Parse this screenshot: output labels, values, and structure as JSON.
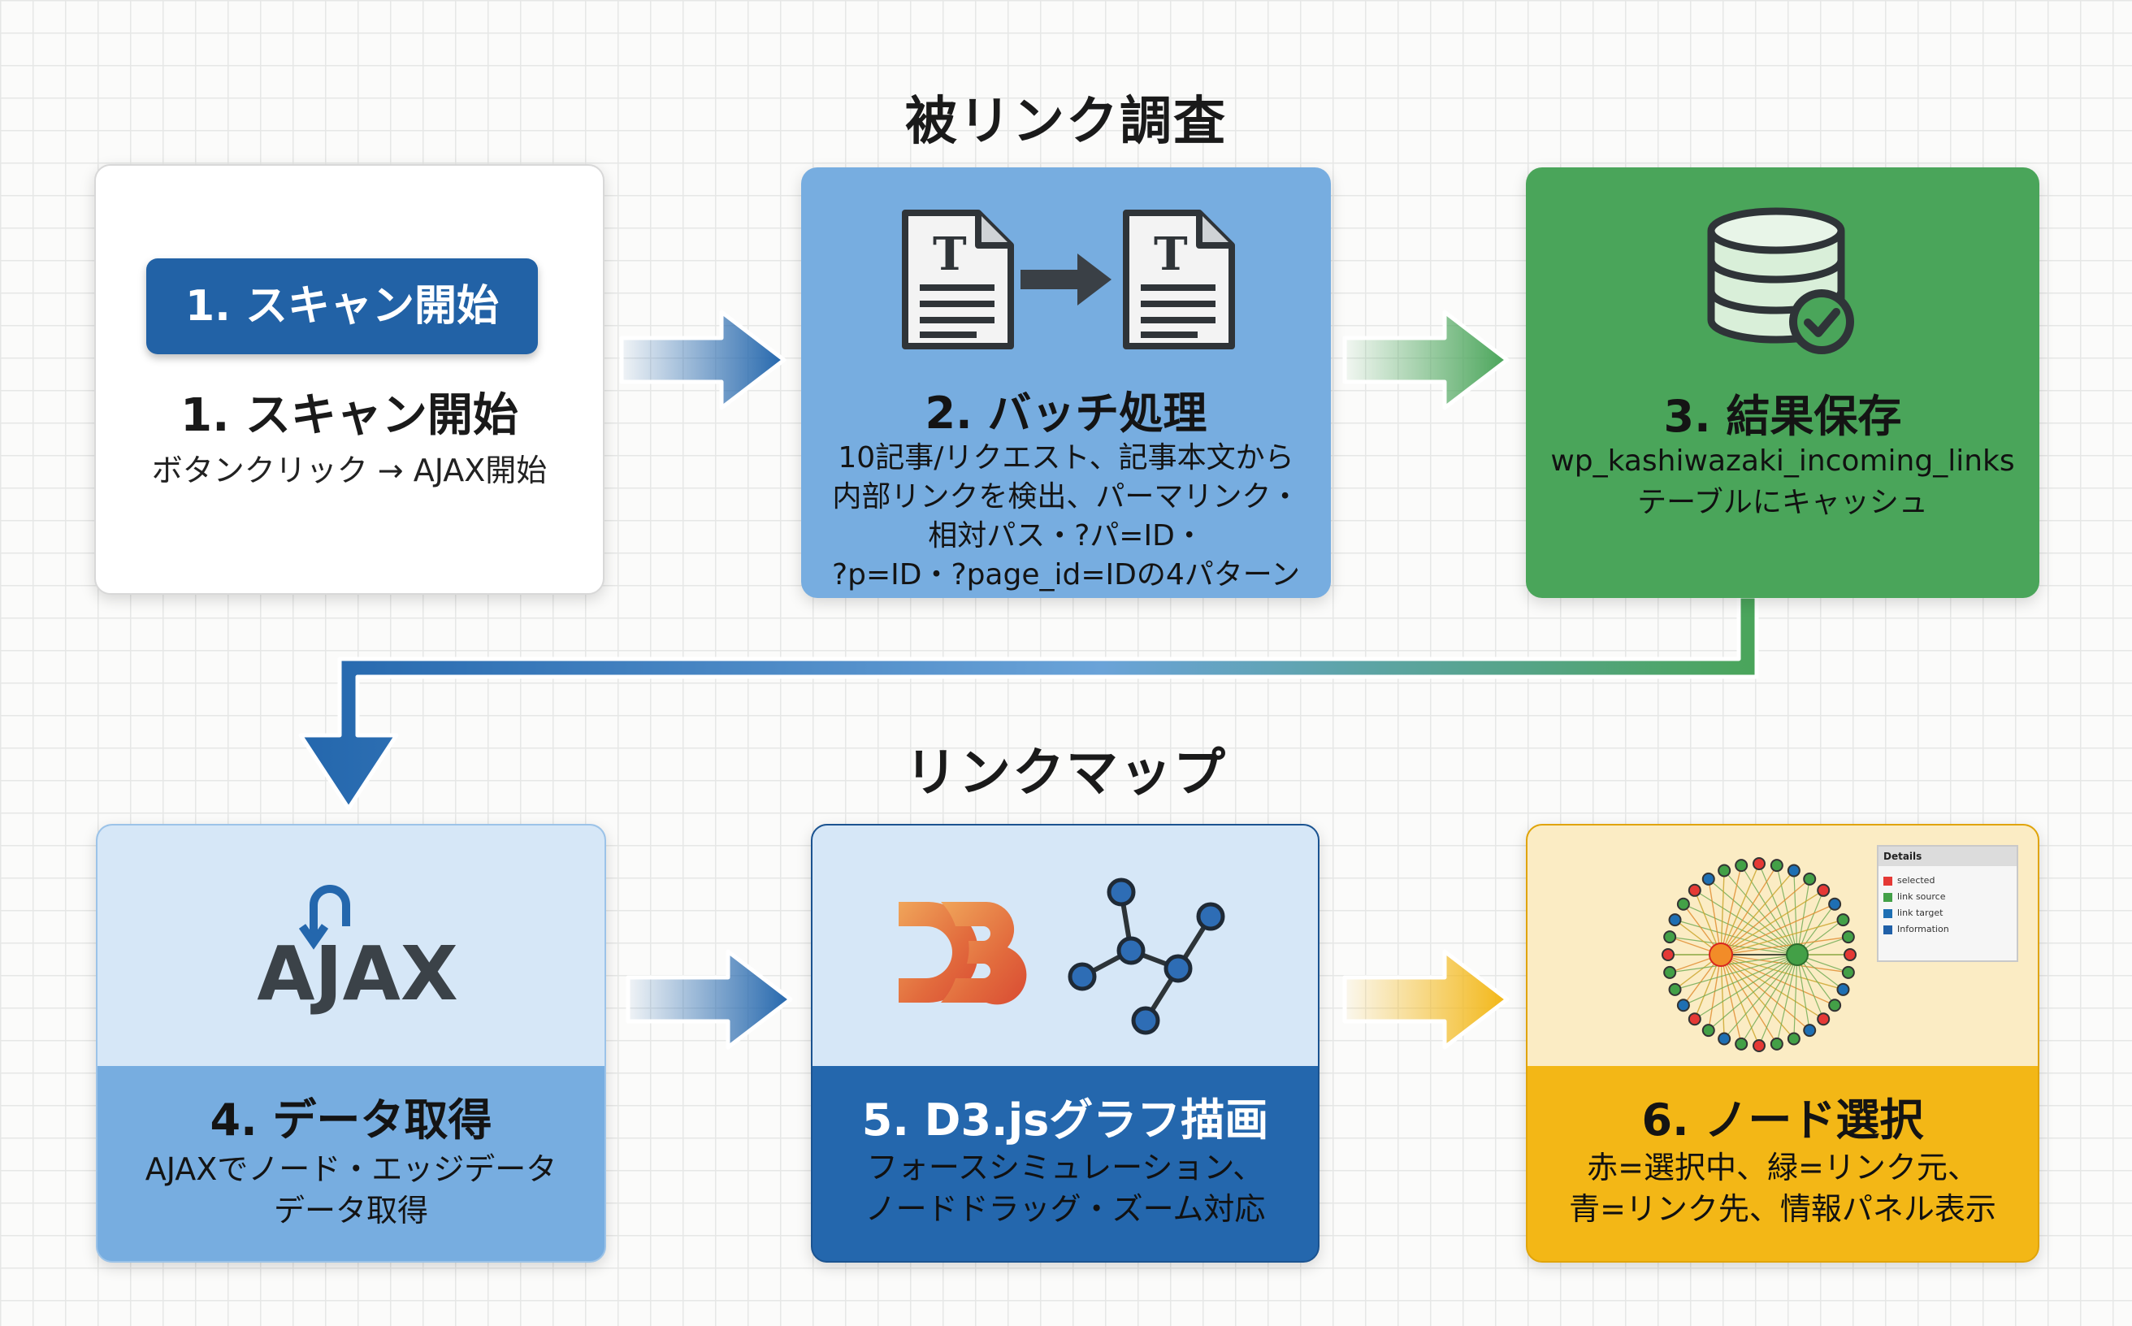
{
  "section1_title": "被リンク調査",
  "section2_title": "リンクマップ",
  "steps": [
    {
      "button_label": "1. スキャン開始",
      "title": "1. スキャン開始",
      "desc": [
        "ボタンクリック → AJAX開始"
      ]
    },
    {
      "title": "2. バッチ処理",
      "desc": [
        "10記事/リクエスト、記事本文から",
        "内部リンクを検出、パーマリンク・",
        "相対パス・?パ=ID・",
        "?p=ID・?page_id=IDの4パターン"
      ],
      "icon_glyph": "T"
    },
    {
      "title": "3. 結果保存",
      "desc": [
        "wp_kashiwazaki_incoming_links",
        "テーブルにキャッシュ"
      ]
    },
    {
      "title": "4. データ取得",
      "desc": [
        "AJAXでノード・エッジデータ",
        "データ取得"
      ],
      "logo_text": "AJAX"
    },
    {
      "title": "5. D3.jsグラフ描画",
      "desc": [
        "フォースシミュレーション、",
        "ノードドラッグ・ズーム対応"
      ]
    },
    {
      "title": "6. ノード選択",
      "desc": [
        "赤=選択中、緑=リンク元、",
        "青=リンク先、情報パネル表示"
      ],
      "panel": {
        "title": "Details",
        "items": [
          {
            "label": "selected",
            "color": "#e53935"
          },
          {
            "label": "link source",
            "color": "#43a047"
          },
          {
            "label": "link target",
            "color": "#1e6fb3"
          },
          {
            "label": "Information",
            "color": "#2060a8"
          }
        ]
      }
    }
  ],
  "icons": [
    "document-icon",
    "database-check-icon",
    "ajax-logo-icon",
    "d3-logo-icon",
    "network-graph-icon",
    "radial-graph-icon"
  ],
  "colors": {
    "blue": "#2467ad",
    "green": "#4aa55a",
    "amber": "#f3b716",
    "light_blue": "#d6e7f7"
  }
}
